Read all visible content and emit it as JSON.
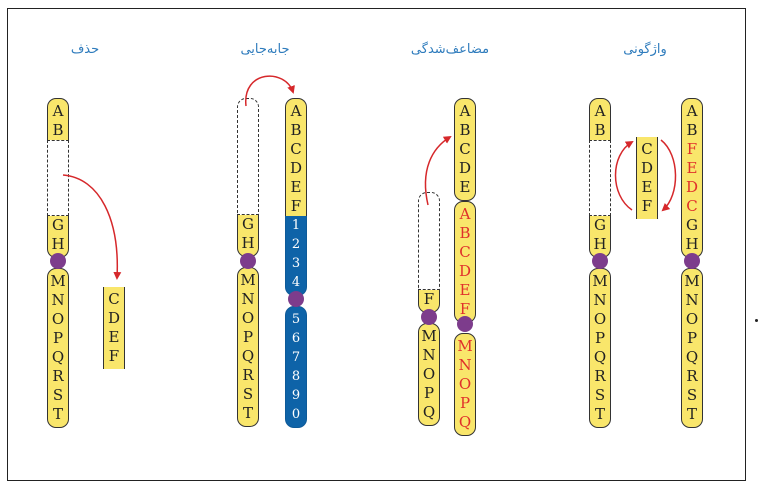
{
  "panels": [
    {
      "title": "حذف",
      "chromosomes": [
        {
          "arms": [
            {
              "segments": [
                {
                  "style": "yellow",
                  "letters": [
                    "A",
                    "B"
                  ]
                },
                {
                  "style": "deleted",
                  "slots": 4
                },
                {
                  "style": "yellow",
                  "letters": [
                    "G",
                    "H"
                  ]
                }
              ],
              "centromere_after": true
            },
            {
              "segments": [
                {
                  "style": "yellow",
                  "letters": [
                    "M",
                    "N",
                    "O",
                    "P",
                    "Q",
                    "R",
                    "S",
                    "T"
                  ]
                }
              ]
            }
          ]
        },
        {
          "arms": [
            {
              "segments": [
                {
                  "style": "fragment",
                  "letters": [
                    "C",
                    "D",
                    "E",
                    "F"
                  ]
                }
              ]
            }
          ]
        }
      ]
    },
    {
      "title": "جابه‌جایی",
      "chromosomes": [
        {
          "arms": [
            {
              "segments": [
                {
                  "style": "deleted",
                  "slots": 6
                },
                {
                  "style": "yellow",
                  "letters": [
                    "G",
                    "H"
                  ]
                }
              ],
              "centromere_after": true
            },
            {
              "segments": [
                {
                  "style": "yellow",
                  "letters": [
                    "M",
                    "N",
                    "O",
                    "P",
                    "Q",
                    "R",
                    "S",
                    "T"
                  ]
                }
              ]
            }
          ]
        },
        {
          "arms": [
            {
              "segments": [
                {
                  "style": "yellow",
                  "letters": [
                    "A",
                    "B",
                    "C",
                    "D",
                    "E",
                    "F"
                  ]
                },
                {
                  "style": "blue",
                  "letters": [
                    "1",
                    "2",
                    "3",
                    "4"
                  ]
                }
              ],
              "centromere_after": true
            },
            {
              "segments": [
                {
                  "style": "blue",
                  "letters": [
                    "5",
                    "6",
                    "7",
                    "8",
                    "9",
                    "0"
                  ]
                }
              ]
            }
          ]
        }
      ]
    },
    {
      "title": "مضاعف‌شدگی",
      "chromosomes": [
        {
          "arms": [
            {
              "segments": [
                {
                  "style": "deleted",
                  "slots": 5
                },
                {
                  "style": "yellow",
                  "letters": [
                    "F"
                  ]
                }
              ],
              "centromere_after": true
            },
            {
              "segments": [
                {
                  "style": "yellow",
                  "letters": [
                    "M",
                    "N",
                    "O",
                    "P",
                    "Q"
                  ]
                }
              ]
            }
          ]
        },
        {
          "arms": [
            {
              "segments": [
                {
                  "style": "yellow",
                  "letters": [
                    "A",
                    "B",
                    "C",
                    "D",
                    "E"
                  ]
                }
              ]
            },
            {
              "segments": [
                {
                  "style": "yellow",
                  "red": true,
                  "letters": [
                    "A",
                    "B",
                    "C",
                    "D",
                    "E",
                    "F"
                  ]
                }
              ],
              "centromere_after": true
            },
            {
              "segments": [
                {
                  "style": "yellow",
                  "red": true,
                  "letters": [
                    "M",
                    "N",
                    "O",
                    "P",
                    "Q"
                  ]
                }
              ]
            }
          ]
        }
      ]
    },
    {
      "title": "واژگونی",
      "chromosomes": [
        {
          "arms": [
            {
              "segments": [
                {
                  "style": "yellow",
                  "letters": [
                    "A",
                    "B"
                  ]
                },
                {
                  "style": "deleted",
                  "slots": 4
                },
                {
                  "style": "yellow",
                  "letters": [
                    "G",
                    "H"
                  ]
                }
              ],
              "centromere_after": true
            },
            {
              "segments": [
                {
                  "style": "yellow",
                  "letters": [
                    "M",
                    "N",
                    "O",
                    "P",
                    "Q",
                    "R",
                    "S",
                    "T"
                  ]
                }
              ]
            }
          ]
        },
        {
          "arms": [
            {
              "segments": [
                {
                  "style": "fragment",
                  "letters": [
                    "C",
                    "D",
                    "E",
                    "F"
                  ]
                }
              ]
            }
          ]
        },
        {
          "arms": [
            {
              "segments": [
                {
                  "style": "yellow",
                  "letters": [
                    "A",
                    "B"
                  ]
                },
                {
                  "style": "yellow",
                  "red": true,
                  "letters": [
                    "F",
                    "E",
                    "D",
                    "C"
                  ]
                },
                {
                  "style": "yellow",
                  "letters": [
                    "G",
                    "H"
                  ]
                }
              ],
              "centromere_after": true
            },
            {
              "segments": [
                {
                  "style": "yellow",
                  "letters": [
                    "M",
                    "N",
                    "O",
                    "P",
                    "Q",
                    "R",
                    "S",
                    "T"
                  ]
                }
              ]
            }
          ]
        }
      ]
    }
  ],
  "colors": {
    "title": "#2f7cbd",
    "arrow": "#d6282b",
    "chromosome": "#f9e66b",
    "translocated": "#0e63a8",
    "centromere": "#7d3c8c",
    "duplicated_text": "#e0302b"
  }
}
